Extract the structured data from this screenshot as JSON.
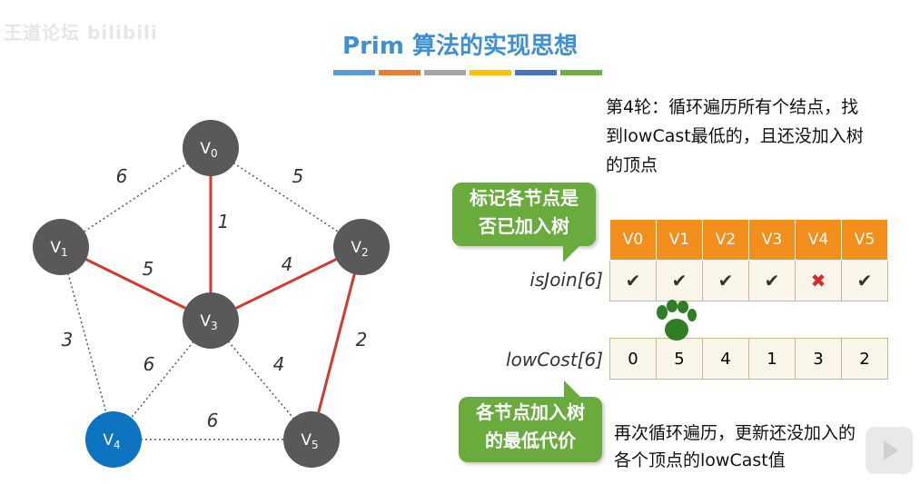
{
  "watermark": "王道论坛 bilibili",
  "title": "Prim 算法的实现思想",
  "title_bar_colors": [
    "#5b9bd5",
    "#ed7d31",
    "#a5a5a5",
    "#ffc000",
    "#4472c4",
    "#70ad47"
  ],
  "colors": {
    "vertex": "#595959",
    "vertex_highlight": "#0e73c1",
    "tree_edge": "#d33a2f",
    "other_edge": "#555555",
    "callout": "#6aab3e",
    "table_header": "#f28e1c"
  },
  "graph": {
    "vertices": [
      {
        "id": "V0",
        "name": "V",
        "sub": "0",
        "highlight": false
      },
      {
        "id": "V1",
        "name": "V",
        "sub": "1",
        "highlight": false
      },
      {
        "id": "V2",
        "name": "V",
        "sub": "2",
        "highlight": false
      },
      {
        "id": "V3",
        "name": "V",
        "sub": "3",
        "highlight": false
      },
      {
        "id": "V4",
        "name": "V",
        "sub": "4",
        "highlight": true
      },
      {
        "id": "V5",
        "name": "V",
        "sub": "5",
        "highlight": false
      }
    ],
    "edges": [
      {
        "from": "V0",
        "to": "V1",
        "weight": "6",
        "in_tree": false
      },
      {
        "from": "V0",
        "to": "V2",
        "weight": "5",
        "in_tree": false
      },
      {
        "from": "V0",
        "to": "V3",
        "weight": "1",
        "in_tree": true
      },
      {
        "from": "V1",
        "to": "V3",
        "weight": "5",
        "in_tree": true
      },
      {
        "from": "V2",
        "to": "V3",
        "weight": "4",
        "in_tree": true
      },
      {
        "from": "V1",
        "to": "V4",
        "weight": "3",
        "in_tree": false
      },
      {
        "from": "V2",
        "to": "V5",
        "weight": "2",
        "in_tree": true
      },
      {
        "from": "V3",
        "to": "V4",
        "weight": "6",
        "in_tree": false
      },
      {
        "from": "V3",
        "to": "V5",
        "weight": "4",
        "in_tree": false
      },
      {
        "from": "V4",
        "to": "V5",
        "weight": "6",
        "in_tree": false
      }
    ]
  },
  "step_text": [
    "第4轮：循环遍历所有个结点，找",
    "到lowCast最低的，且还没加入树",
    "的顶点"
  ],
  "callout_join": [
    "标记各节点是",
    "否已加入树"
  ],
  "callout_cost": [
    "各节点加入树",
    "的最低代价"
  ],
  "row_labels": {
    "is_join": "isJoin[6]",
    "low_cost": "lowCost[6]"
  },
  "table": {
    "headers": [
      "V0",
      "V1",
      "V2",
      "V3",
      "V4",
      "V5"
    ],
    "is_join": [
      {
        "mark": "✔",
        "type": "check"
      },
      {
        "mark": "✔",
        "type": "check"
      },
      {
        "mark": "✔",
        "type": "check"
      },
      {
        "mark": "✔",
        "type": "check"
      },
      {
        "mark": "✖",
        "type": "cross"
      },
      {
        "mark": "✔",
        "type": "check"
      }
    ],
    "low_cost": [
      "0",
      "5",
      "4",
      "1",
      "3",
      "2"
    ]
  },
  "update_text": [
    "再次循环遍历，更新还没加入的",
    "各个顶点的lowCast值"
  ]
}
